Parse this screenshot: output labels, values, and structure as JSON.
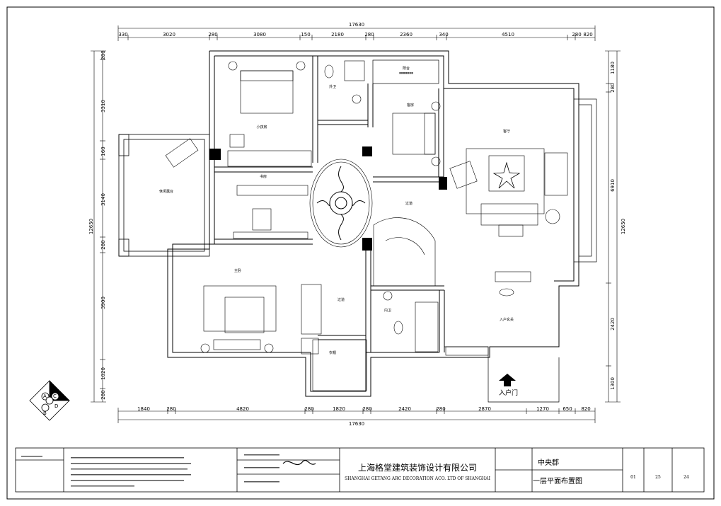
{
  "dimensions": {
    "top_total": "17630",
    "bottom_total": "17630",
    "top": [
      "330",
      "3020",
      "280",
      "3080",
      "150",
      "2180",
      "280",
      "2360",
      "340",
      "4510",
      "280",
      "820"
    ],
    "bottom": [
      "1840",
      "280",
      "4820",
      "280",
      "1820",
      "280",
      "2420",
      "280",
      "2870",
      "1270",
      "650",
      "820"
    ],
    "left_total": "12650",
    "left": [
      "280",
      "3310",
      "160",
      "3140",
      "280",
      "3900",
      "1020",
      "280"
    ],
    "right_total": "12650",
    "right": [
      "1180",
      "280",
      "6910",
      "2420",
      "1300"
    ]
  },
  "rooms": [
    {
      "name": "阳台"
    },
    {
      "name": "外卫"
    },
    {
      "name": "客房"
    },
    {
      "name": "小孩房"
    },
    {
      "name": "客厅"
    },
    {
      "name": "书房"
    },
    {
      "name": "休闲露台"
    },
    {
      "name": "过道"
    },
    {
      "name": "主卧"
    },
    {
      "name": "过道"
    },
    {
      "name": "内卫"
    },
    {
      "name": "入户玄关"
    },
    {
      "name": "衣帽"
    }
  ],
  "entrance_label": "入户门",
  "compass": {
    "letters": [
      "A",
      "C",
      "D",
      "B"
    ]
  },
  "title_block": {
    "company_cn": "上海格堂建筑装饰设计有限公司",
    "company_en": "SHANGHAI GETANG ARC DECORATION  ACO. LTD OF SHANGHAI",
    "project": "中央郡",
    "drawing": "一层平面布置图",
    "no1": "01",
    "no2": "25",
    "no3": "24"
  },
  "colors": {
    "line": "#000000",
    "wall": "#ffffff",
    "fill": "#000000"
  }
}
